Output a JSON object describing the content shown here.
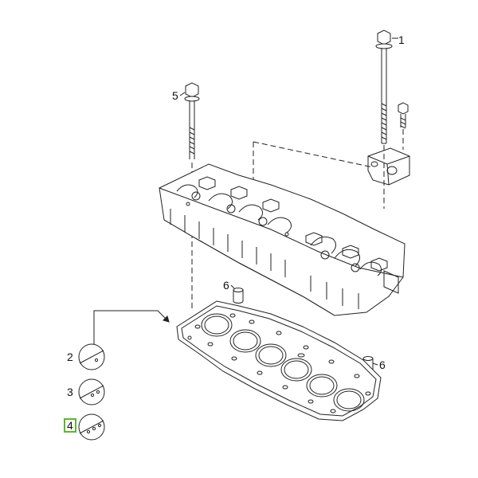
{
  "diagram": {
    "callouts": {
      "bolt_long": "1",
      "gasket_variant_a": "2",
      "gasket_variant_b": "3",
      "gasket_variant_c": "4",
      "bolt_short": "5",
      "dowel_upper": "6",
      "dowel_lower": "6"
    },
    "highlight_color": "#5cb82e",
    "line_color": "#222222",
    "selected_callout": "4"
  }
}
